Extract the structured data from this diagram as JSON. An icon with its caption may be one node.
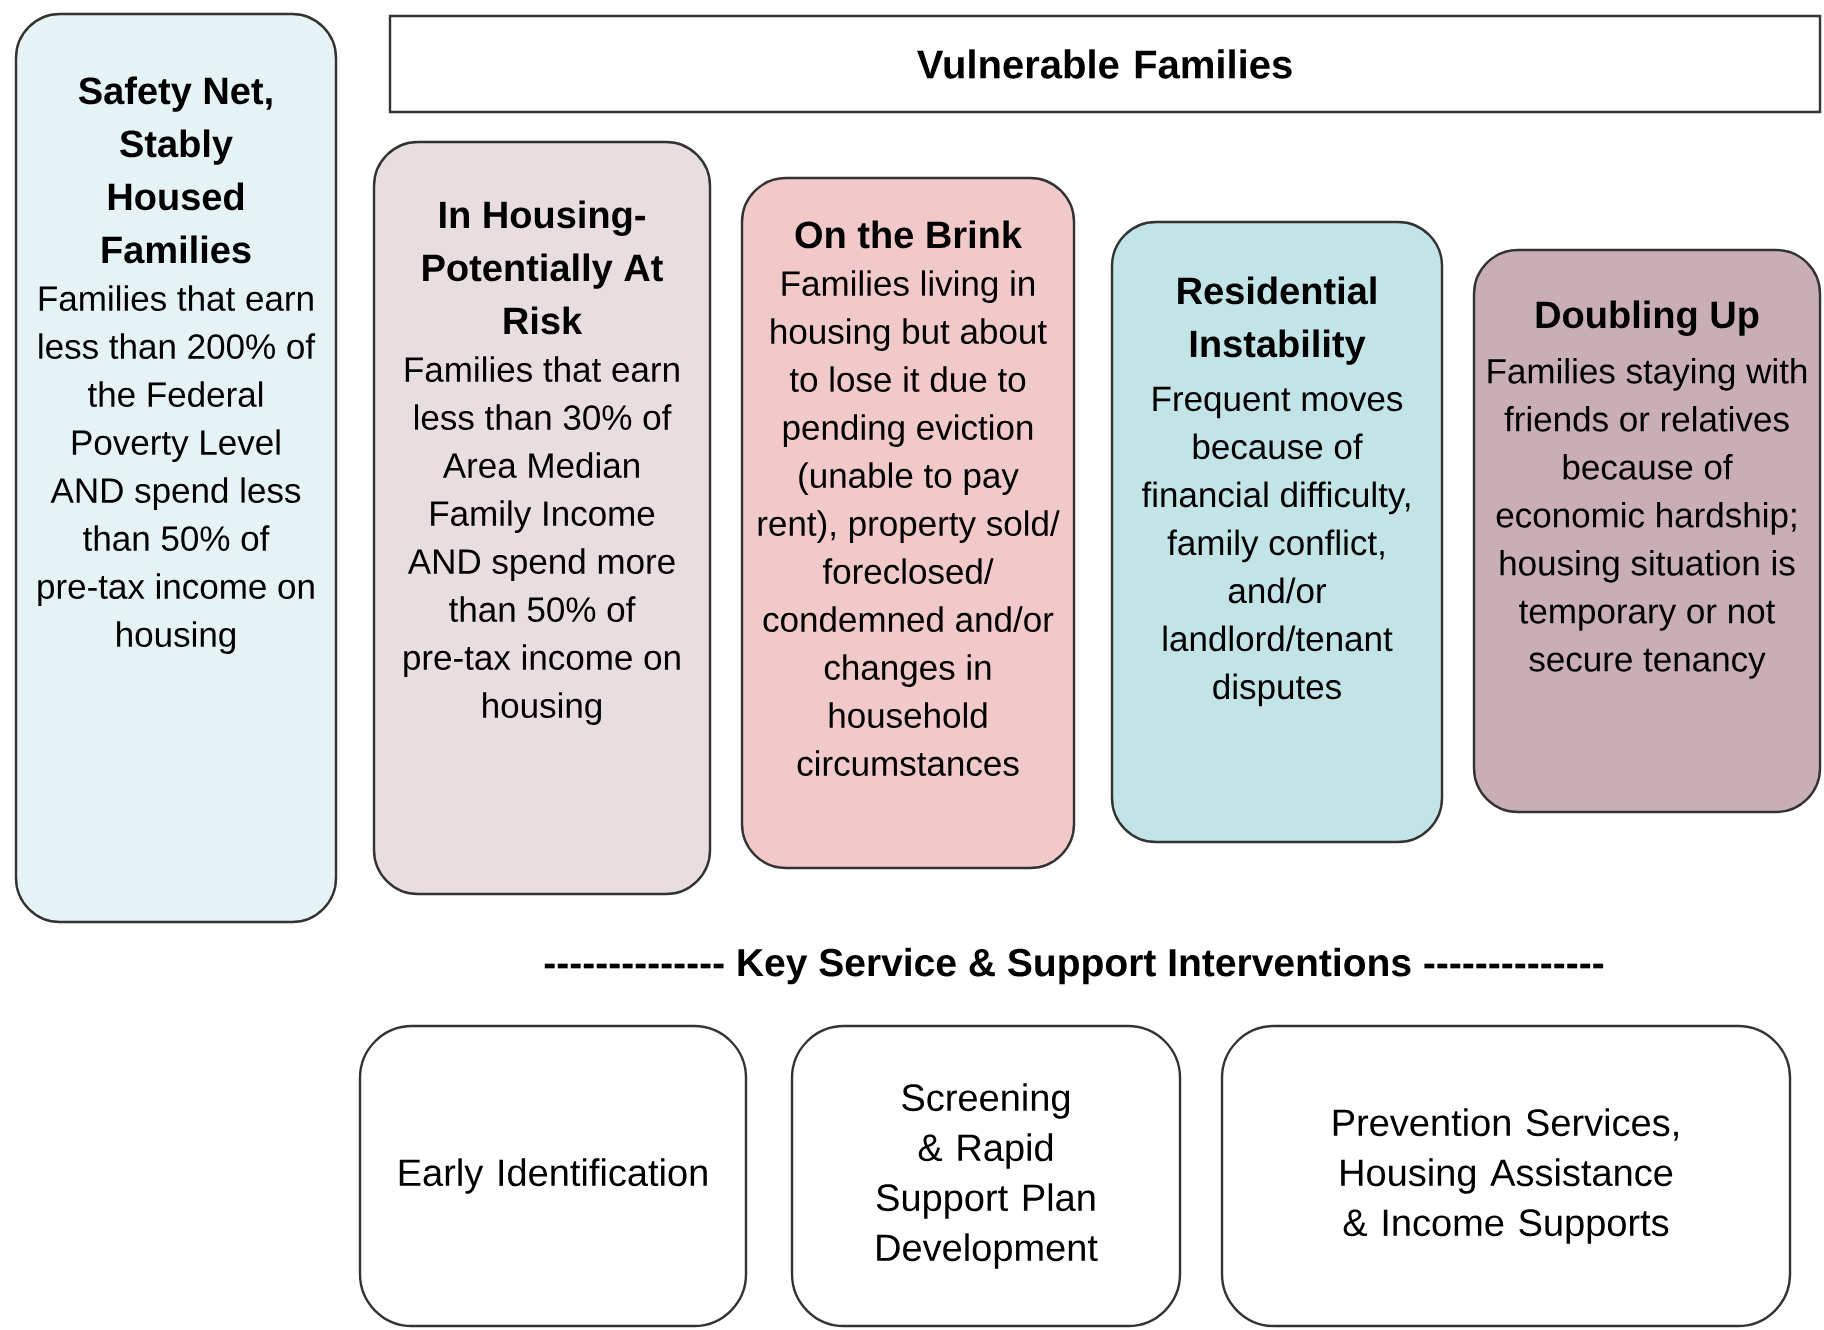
{
  "diagram": {
    "nodes": [
      {
        "text": [
          "Safety Net, Stably Housed Families",
          "Families that earn less than 200% of the Federal Poverty Level AND spend less than 50% of pre-tax income on housing"
        ]
      },
      {
        "text": [
          "Vulnerable Families"
        ]
      },
      {
        "text": [
          "In Housing-Potentially At Risk",
          "Families that earn less than 30% of Area Median Family Income AND spend more than 50% of pre-tax income on housing"
        ]
      },
      {
        "text": [
          "On the Brink",
          "Families living in housing but about to lose it due to pending eviction (unable to pay rent), property sold/ foreclosed/ condemned and/or changes in household circumstances"
        ]
      },
      {
        "text": [
          "Residential Instability",
          "Frequent moves because of financial difficulty, family conflict, and/or landlord/tenant disputes"
        ]
      },
      {
        "text": [
          "Doubling Up",
          "Families staying with friends or relatives because of economic hardship; housing situation is temporary or not secure tenancy"
        ]
      },
      {
        "text": [
          "Early Identification"
        ]
      },
      {
        "text": [
          "Screening & Rapid Support Plan Development"
        ]
      },
      {
        "text": [
          "Prevention Services, Housing Assistance & Income Supports"
        ]
      }
    ],
    "labels": [
      "-------------- Key Service & Support Interventions --------------"
    ]
  }
}
